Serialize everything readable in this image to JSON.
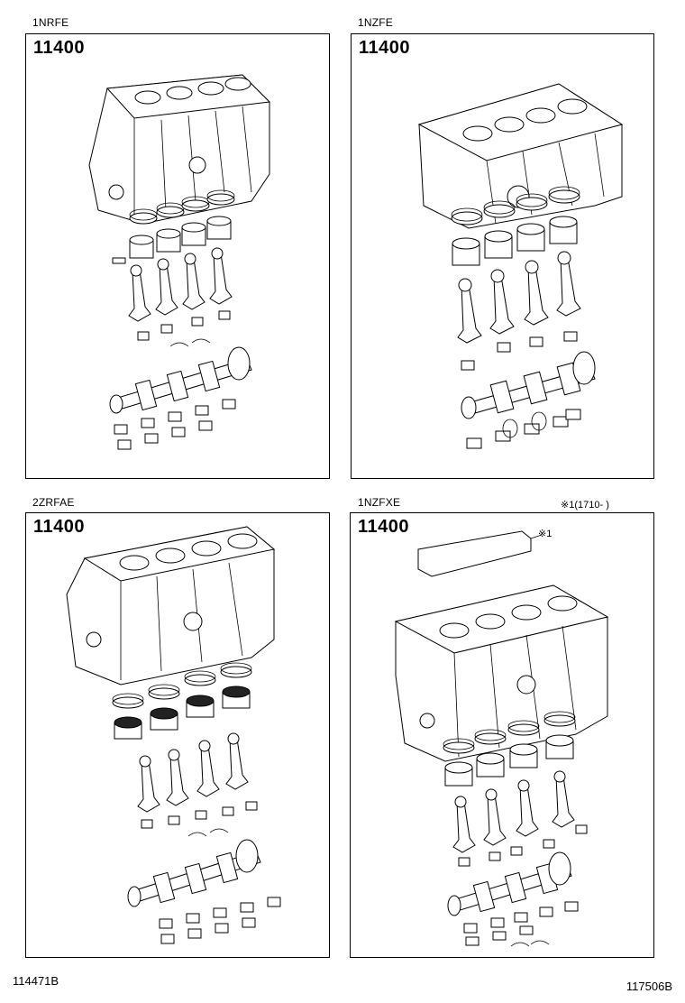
{
  "panels": [
    {
      "engine": "1NRFE",
      "code": "11400"
    },
    {
      "engine": "1NZFE",
      "code": "11400"
    },
    {
      "engine": "2ZRFAE",
      "code": "11400"
    },
    {
      "engine": "1NZFXE",
      "code": "11400",
      "note": "※1(1710-   )",
      "callout": "※1"
    }
  ],
  "footer": {
    "left_id": "114471B",
    "right_id": "117506B"
  }
}
